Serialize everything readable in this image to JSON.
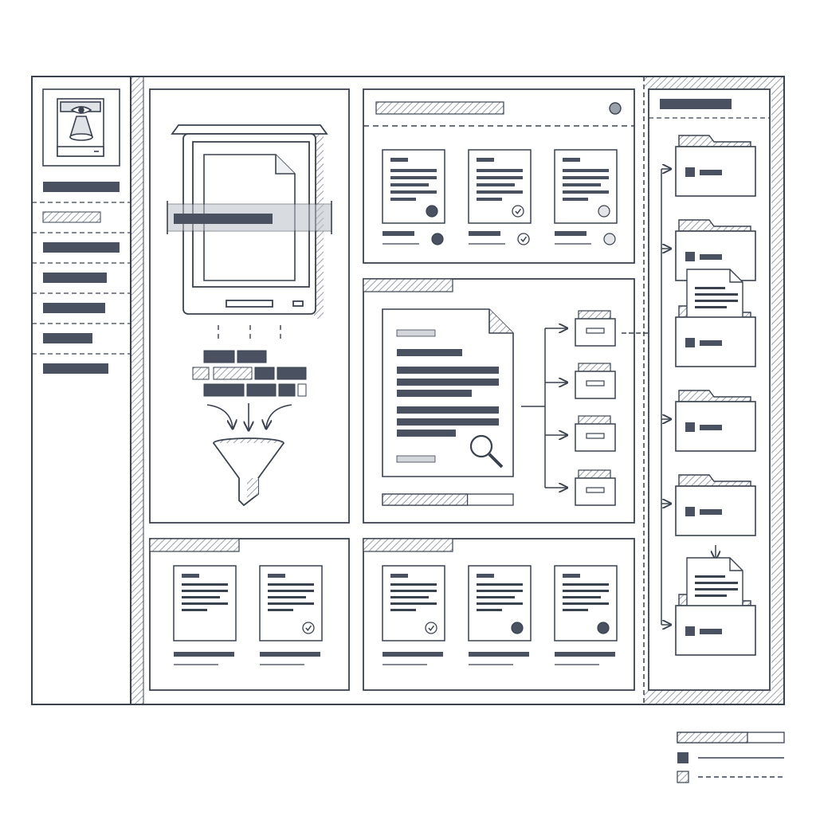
{
  "diagram": {
    "kind": "document-scanning-and-filing-workflow-wireframe",
    "text_labels": [],
    "colors": {
      "ink": "#3a4250",
      "fill_dark": "#4a5160",
      "hatch": "#9aa0aa",
      "scan_band": "#b9bec6",
      "paper": "#ffffff"
    },
    "sidebar": {
      "logo_icon": "scanner-eye-icon",
      "nav_item_count": 7,
      "active_item_index": 1
    },
    "scanner_panel": {
      "icons": [
        "document-icon",
        "scanner-icon",
        "funnel-icon"
      ],
      "data_block_rows": 3
    },
    "top_review_panel": {
      "cards": [
        {
          "status": "filled"
        },
        {
          "status": "checked"
        },
        {
          "status": "empty"
        }
      ]
    },
    "classification_panel": {
      "icons": [
        "magnifier-icon",
        "drawer-icon"
      ],
      "drawer_count": 4,
      "progress": 0.65
    },
    "bottom_left_panel": {
      "cards": [
        {
          "status": "none"
        },
        {
          "status": "checked"
        }
      ]
    },
    "bottom_middle_panel": {
      "cards": [
        {
          "status": "checked"
        },
        {
          "status": "filled"
        },
        {
          "status": "filled"
        }
      ]
    },
    "archive_panel": {
      "folder_count": 6,
      "folders_with_documents": [
        2,
        5
      ]
    },
    "legend": {
      "entries": [
        {
          "swatch": "progress-bar"
        },
        {
          "swatch": "solid",
          "line": "solid"
        },
        {
          "swatch": "hatched",
          "line": "dashed"
        }
      ]
    }
  }
}
